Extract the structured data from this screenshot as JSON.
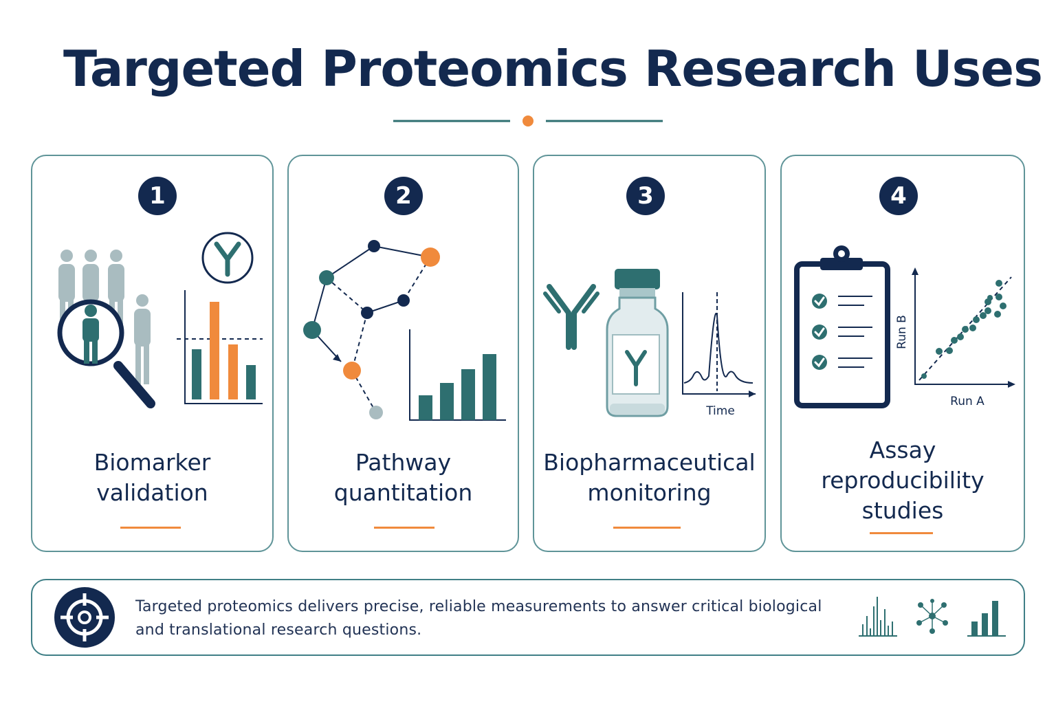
{
  "title": "Targeted Proteomics Research Uses",
  "colors": {
    "navy": "#13294f",
    "teal": "#2e6f70",
    "orange": "#f08a3c",
    "gray": "#a9bcc0",
    "border": "#5f9498"
  },
  "cards": [
    {
      "number": "1",
      "label_lines": [
        "Biomarker",
        "validation"
      ],
      "icons": [
        "people-group-icon",
        "magnifier-icon",
        "antibody-icon",
        "bar-chart-icon"
      ]
    },
    {
      "number": "2",
      "label_lines": [
        "Pathway",
        "quantitation"
      ],
      "icons": [
        "network-icon",
        "bar-chart-icon"
      ]
    },
    {
      "number": "3",
      "label_lines": [
        "Biopharmaceutical",
        "monitoring"
      ],
      "icons": [
        "antibody-icon",
        "vial-icon",
        "chromatogram-icon"
      ],
      "chart_axis_label": "Time"
    },
    {
      "number": "4",
      "label_lines": [
        "Assay",
        "reproducibility",
        "studies"
      ],
      "icons": [
        "clipboard-checklist-icon",
        "scatter-plot-icon"
      ],
      "x_axis_label": "Run A",
      "y_axis_label": "Run B"
    }
  ],
  "footer": {
    "text": "Targeted proteomics delivers precise, reliable measurements to answer critical biological and translational research questions.",
    "icons": [
      "target-icon",
      "spectrum-icon",
      "molecule-icon",
      "bar-chart-icon"
    ]
  }
}
